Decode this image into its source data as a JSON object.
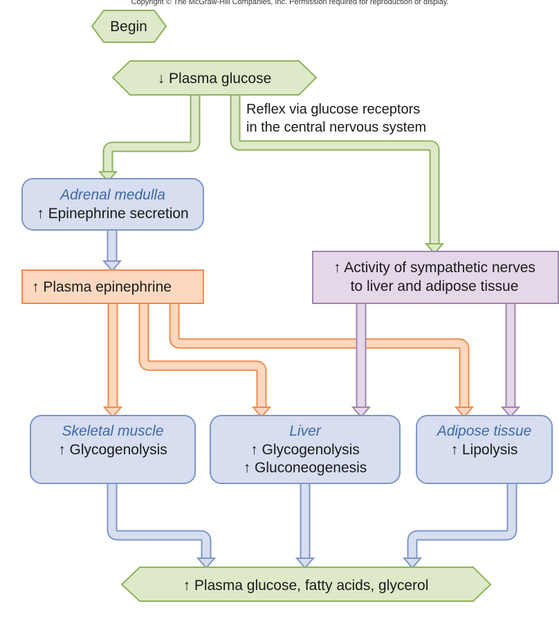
{
  "copyright": "Copyright © The McGraw-Hill Companies, Inc. Permission required for reproduction or display.",
  "begin_label": "Begin",
  "plasma_glucose_drop": "↓ Plasma glucose",
  "reflex_note": {
    "line1": "Reflex via glucose receptors",
    "line2": "in the central nervous system"
  },
  "adrenal_medulla": {
    "title": "Adrenal medulla",
    "effect": "↑ Epinephrine secretion"
  },
  "plasma_epinephrine": "↑ Plasma epinephrine",
  "sympathetic": {
    "line1": "↑ Activity of sympathetic nerves",
    "line2": "to liver and adipose tissue"
  },
  "skeletal_muscle": {
    "title": "Skeletal muscle",
    "effect": "↑ Glycogenolysis"
  },
  "liver": {
    "title": "Liver",
    "effect1": "↑ Glycogenolysis",
    "effect2": "↑ Gluconeogenesis"
  },
  "adipose_tissue": {
    "title": "Adipose tissue",
    "effect": "↑ Lipolysis"
  },
  "outcome": "↑ Plasma glucose, fatty acids, glycerol",
  "colors": {
    "green_fill": "#dde9c8",
    "green_stroke": "#8cb35a",
    "blue_fill": "#d6deef",
    "blue_stroke": "#7d95c8",
    "orange_fill": "#fcd8bf",
    "orange_stroke": "#f08a4b",
    "purple_fill": "#e4d7e7",
    "purple_stroke": "#a183ad"
  }
}
